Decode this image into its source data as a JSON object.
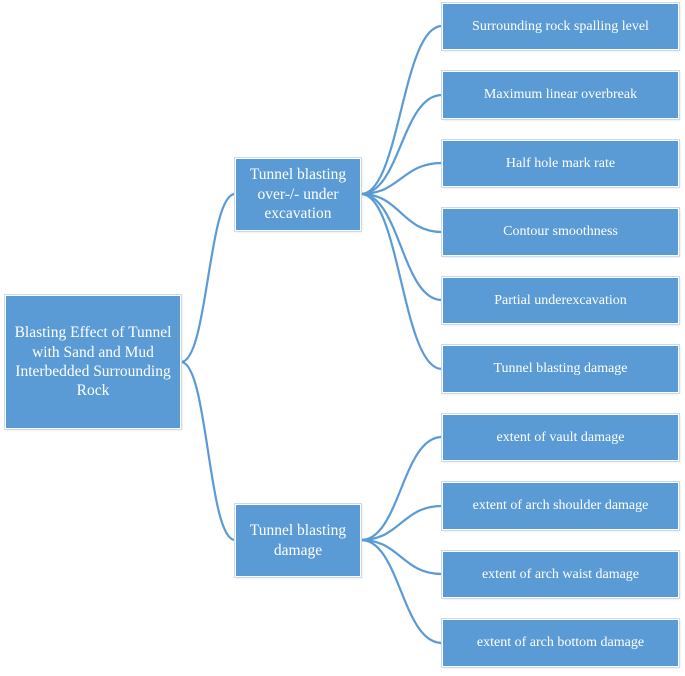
{
  "colors": {
    "node_fill": "#5b9bd5",
    "node_text": "#ffffff",
    "link": "#5b9bd5"
  },
  "root": {
    "label": "Blasting Effect of Tunnel with Sand and Mud Interbedded Surrounding Rock"
  },
  "branches": [
    {
      "label": "Tunnel blasting over-/- under excavation",
      "children": [
        "Surrounding rock spalling level",
        "Maximum linear overbreak",
        "Half hole mark rate",
        "Contour smoothness",
        "Partial underexcavation",
        "Tunnel blasting damage"
      ]
    },
    {
      "label": "Tunnel blasting damage",
      "children": [
        "extent of vault damage",
        "extent of arch shoulder damage",
        "extent of arch waist damage",
        "extent of arch bottom damage"
      ]
    }
  ]
}
